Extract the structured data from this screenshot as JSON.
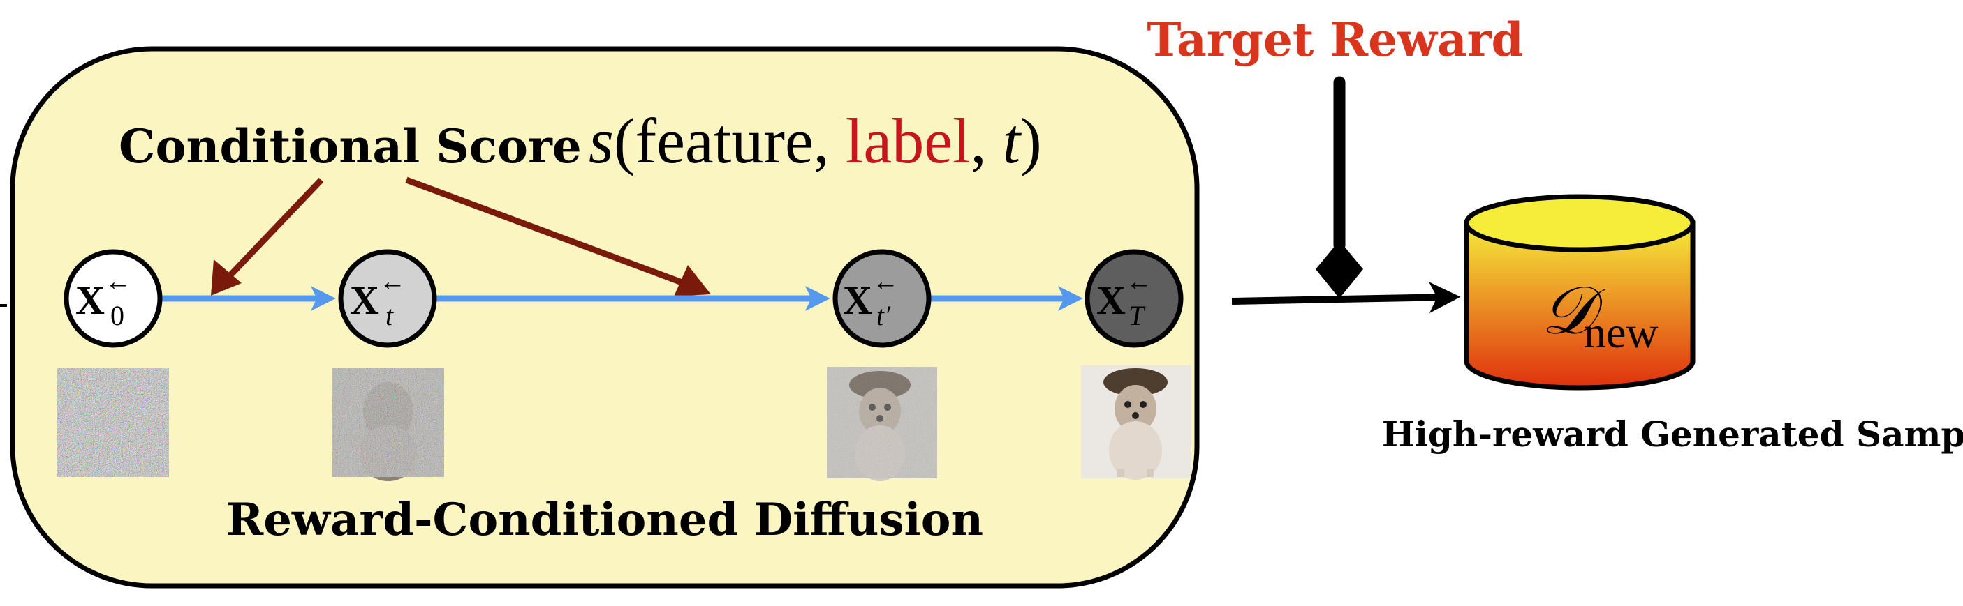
{
  "target_reward": {
    "label": "Target Reward",
    "color": "#d8351c"
  },
  "diffusion_box": {
    "title": "Reward-Conditioned Diffusion",
    "fill": "#fbf6c1"
  },
  "conditional_score": {
    "label": "Conditional Score",
    "formula_func": "s",
    "formula_open": "(",
    "formula_feature": "feature",
    "formula_label": "label",
    "formula_time": "t",
    "formula_close": ")",
    "label_color": "#c4161c",
    "arrow_color": "#7a1a0c"
  },
  "nodes": [
    {
      "base": "X",
      "sup": "←",
      "sub": "0",
      "fill": "#ffffff"
    },
    {
      "base": "X",
      "sup": "←",
      "sub": "t",
      "fill": "#d2d2d2"
    },
    {
      "base": "X",
      "sup": "←",
      "sub": "t′",
      "fill": "#9c9c9c"
    },
    {
      "base": "X",
      "sup": "←",
      "sub": "T",
      "fill": "#5e5e5e"
    }
  ],
  "flow_color": "#5599ee",
  "dataset": {
    "symbol": "𝒟",
    "subscript": "new",
    "gradient_top": "#f6ec3a",
    "gradient_bottom": "#e0300e"
  },
  "dataset_caption": "High-reward Generated Samples",
  "icons": {
    "noise_full": "noise-image-icon",
    "noise_partial": "dog-noisy-image-icon",
    "dog_slightly_noisy": "dog-slightly-noisy-image-icon",
    "dog_clean": "dog-clean-image-icon"
  }
}
